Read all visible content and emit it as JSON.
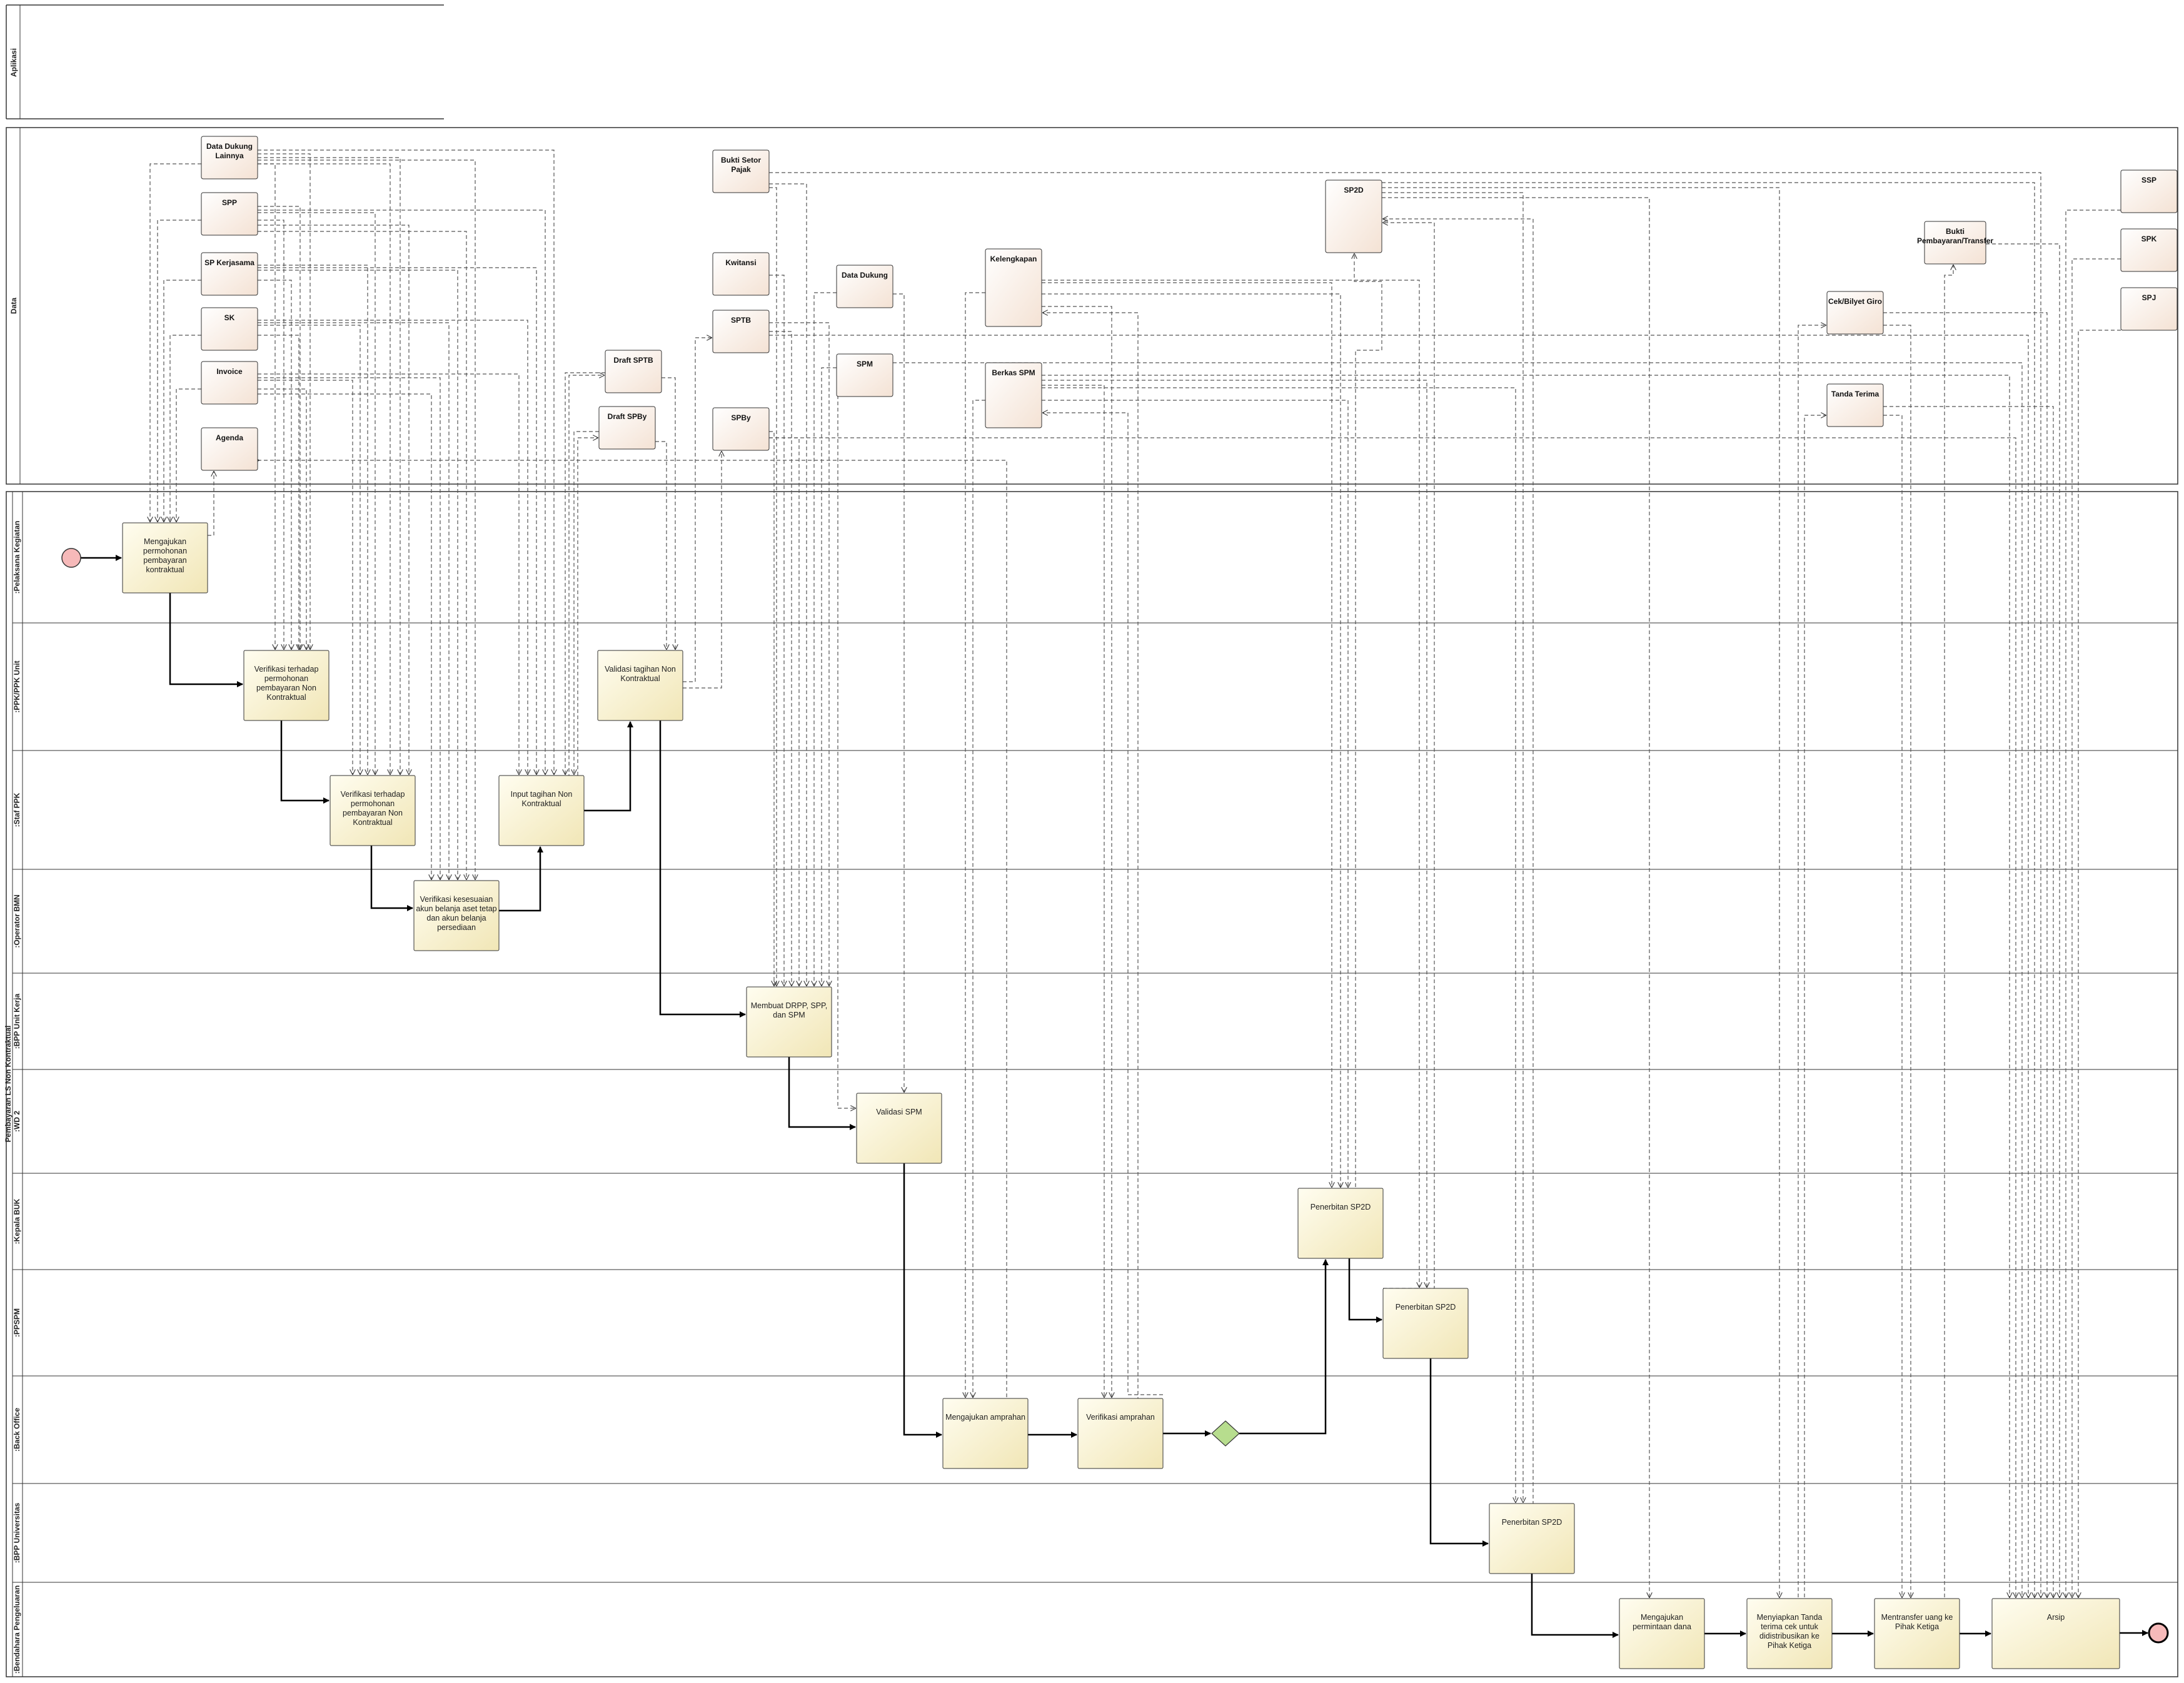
{
  "pool_title": "Pembayaran LS Non Kontraktual",
  "sections": {
    "aplikasi": "Aplikasi",
    "data": "Data"
  },
  "lanes": [
    ":Pelaksana Kegiatan",
    ":PPK/PPK Unit",
    ":Staf PPK",
    ":Operator BMN",
    ":BPP Unit Kerja",
    ":WD 2",
    ":Kepala BUK",
    ":PPSPM",
    ":Back Office",
    ":BPP Universitas",
    ":Bendahara Pengeluaran"
  ],
  "data_objects": {
    "data_dukung_lainnya": [
      "Data Dukung",
      "Lainnya"
    ],
    "spp": [
      "SPP"
    ],
    "sp_kerjasama": [
      "SP Kerjasama"
    ],
    "sk": [
      "SK"
    ],
    "invoice": [
      "Invoice"
    ],
    "agenda": [
      "Agenda"
    ],
    "draft_sptb": [
      "Draft SPTB"
    ],
    "draft_spby": [
      "Draft SPBy"
    ],
    "bukti_setor_pajak": [
      "Bukti Setor",
      "Pajak"
    ],
    "kwitansi": [
      "Kwitansi"
    ],
    "sptb": [
      "SPTB"
    ],
    "spby": [
      "SPBy"
    ],
    "data_dukung": [
      "Data Dukung"
    ],
    "spm": [
      "SPM"
    ],
    "kelengkapan": [
      "Kelengkapan"
    ],
    "berkas_spm": [
      "Berkas SPM"
    ],
    "sp2d": [
      "SP2D"
    ],
    "cek_bilyet_giro": [
      "Cek/Bilyet Giro"
    ],
    "tanda_terima": [
      "Tanda Terima"
    ],
    "bukti_pembayaran_transfer": [
      "Bukti",
      "Pembayaran/Transfer"
    ],
    "ssp": [
      "SSP"
    ],
    "spk": [
      "SPK"
    ],
    "spj": [
      "SPJ"
    ]
  },
  "tasks": {
    "t1": [
      "Mengajukan",
      "permohonan",
      "pembayaran",
      "kontraktual"
    ],
    "t2": [
      "Verifikasi terhadap",
      "permohonan",
      "pembayaran Non",
      "Kontraktual"
    ],
    "t3": [
      "Verifikasi terhadap",
      "permohonan",
      "pembayaran Non",
      "Kontraktual"
    ],
    "t4": [
      "Verifikasi kesesuaian",
      "akun belanja aset tetap",
      "dan akun belanja",
      "persediaan"
    ],
    "t5": [
      "Input tagihan Non",
      "Kontraktual"
    ],
    "t6": [
      "Validasi tagihan Non",
      "Kontraktual"
    ],
    "t7": [
      "Membuat DRPP, SPP,",
      "dan SPM"
    ],
    "t8": [
      "Validasi SPM"
    ],
    "t9": [
      "Mengajukan amprahan"
    ],
    "t10": [
      "Verifikasi amprahan"
    ],
    "t11": [
      "Penerbitan SP2D"
    ],
    "t12": [
      "Penerbitan SP2D"
    ],
    "t13": [
      "Penerbitan SP2D"
    ],
    "t14": [
      "Mengajukan",
      "permintaan dana"
    ],
    "t15": [
      "Menyiapkan Tanda",
      "terima cek untuk",
      "didistribusikan ke",
      "Pihak Ketiga"
    ],
    "t16": [
      "Mentransfer uang ke",
      "Pihak Ketiga"
    ],
    "t17": [
      "Arsip"
    ]
  },
  "colors": {
    "task_fill_top": "#fffdf0",
    "task_fill_bottom": "#f3eabf",
    "data_fill_top": "#ffffff",
    "data_fill_bottom": "#f6e6d8",
    "start_fill": "#f6b9b9",
    "end_fill": "#f6b9b9",
    "gateway_fill": "#b7dd8e",
    "line": "#000000"
  }
}
